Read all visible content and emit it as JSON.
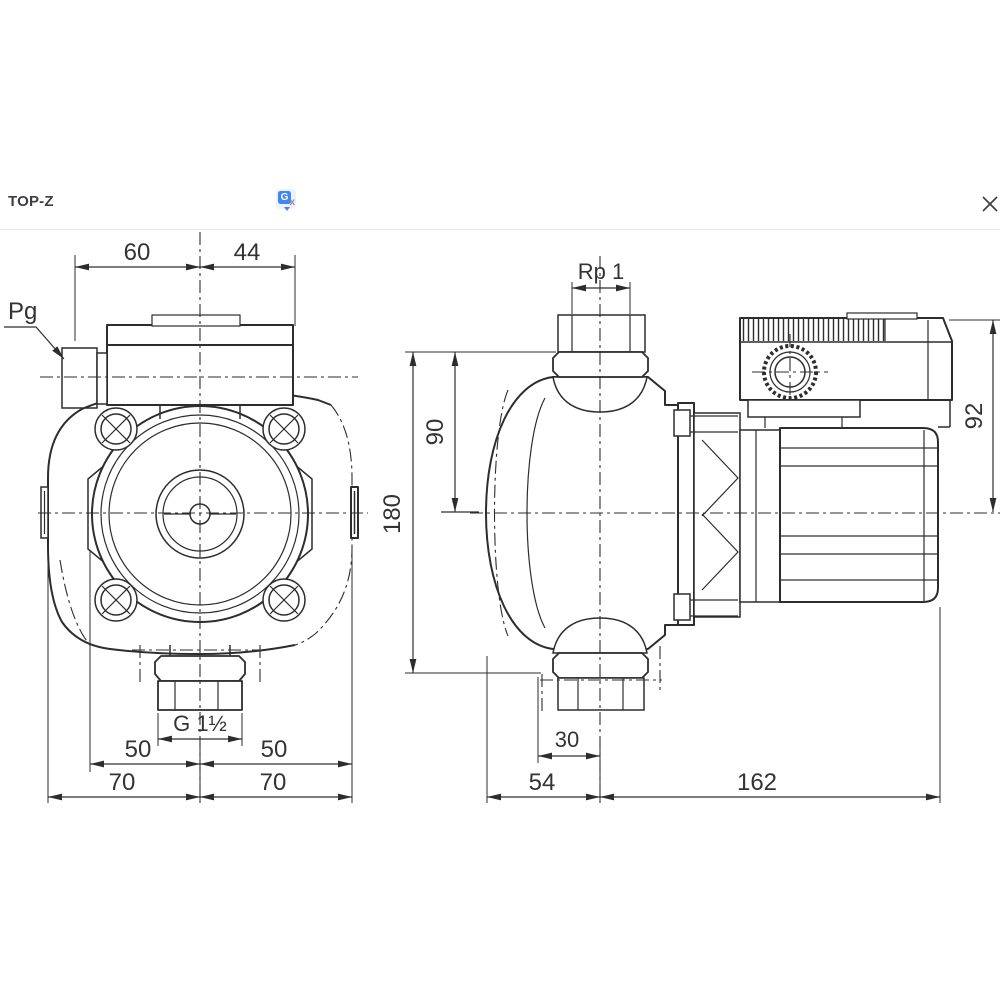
{
  "window": {
    "title": "TOP-Z"
  },
  "header": {
    "translate_icon": {
      "letter": "G",
      "secondary_glyph": "x"
    }
  },
  "drawing": {
    "front": {
      "pg_label": "Pg",
      "dim_top_left": "60",
      "dim_top_right": "44",
      "thread_label": "G 1½",
      "dim_50_left": "50",
      "dim_50_right": "50",
      "dim_70_left": "70",
      "dim_70_right": "70"
    },
    "side": {
      "thread_label": "Rp 1",
      "dim_height": "180",
      "dim_half_height": "90",
      "dim_box_height": "92",
      "dim_port_offset": "30",
      "dim_depth_left": "54",
      "dim_depth_right": "162"
    }
  },
  "colors": {
    "line": "#2d2d2d",
    "dim_text": "#333333",
    "header_text": "#3d3d44",
    "translate_blue": "#4285f4",
    "header_border": "#e7e7e7"
  }
}
